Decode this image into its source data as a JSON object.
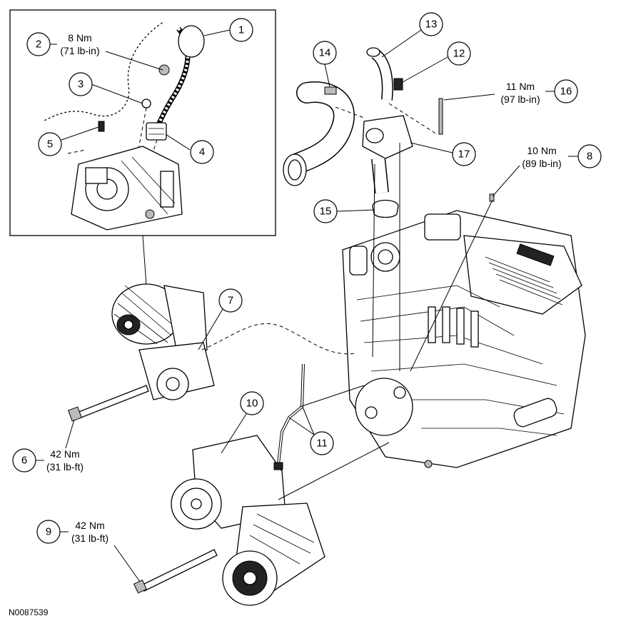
{
  "figure_id": "N0087539",
  "callouts": [
    {
      "num": "1"
    },
    {
      "num": "2",
      "torque_nm": "8 Nm",
      "torque_imp": "(71 lb-in)"
    },
    {
      "num": "3"
    },
    {
      "num": "4"
    },
    {
      "num": "5"
    },
    {
      "num": "6",
      "torque_nm": "42 Nm",
      "torque_imp": "(31 lb-ft)"
    },
    {
      "num": "7"
    },
    {
      "num": "8",
      "torque_nm": "10 Nm",
      "torque_imp": "(89 lb-in)"
    },
    {
      "num": "9",
      "torque_nm": "42 Nm",
      "torque_imp": "(31 lb-ft)"
    },
    {
      "num": "10"
    },
    {
      "num": "11"
    },
    {
      "num": "12"
    },
    {
      "num": "13"
    },
    {
      "num": "14"
    },
    {
      "num": "15"
    },
    {
      "num": "16",
      "torque_nm": "11 Nm",
      "torque_imp": "(97 lb-in)"
    },
    {
      "num": "17"
    }
  ]
}
